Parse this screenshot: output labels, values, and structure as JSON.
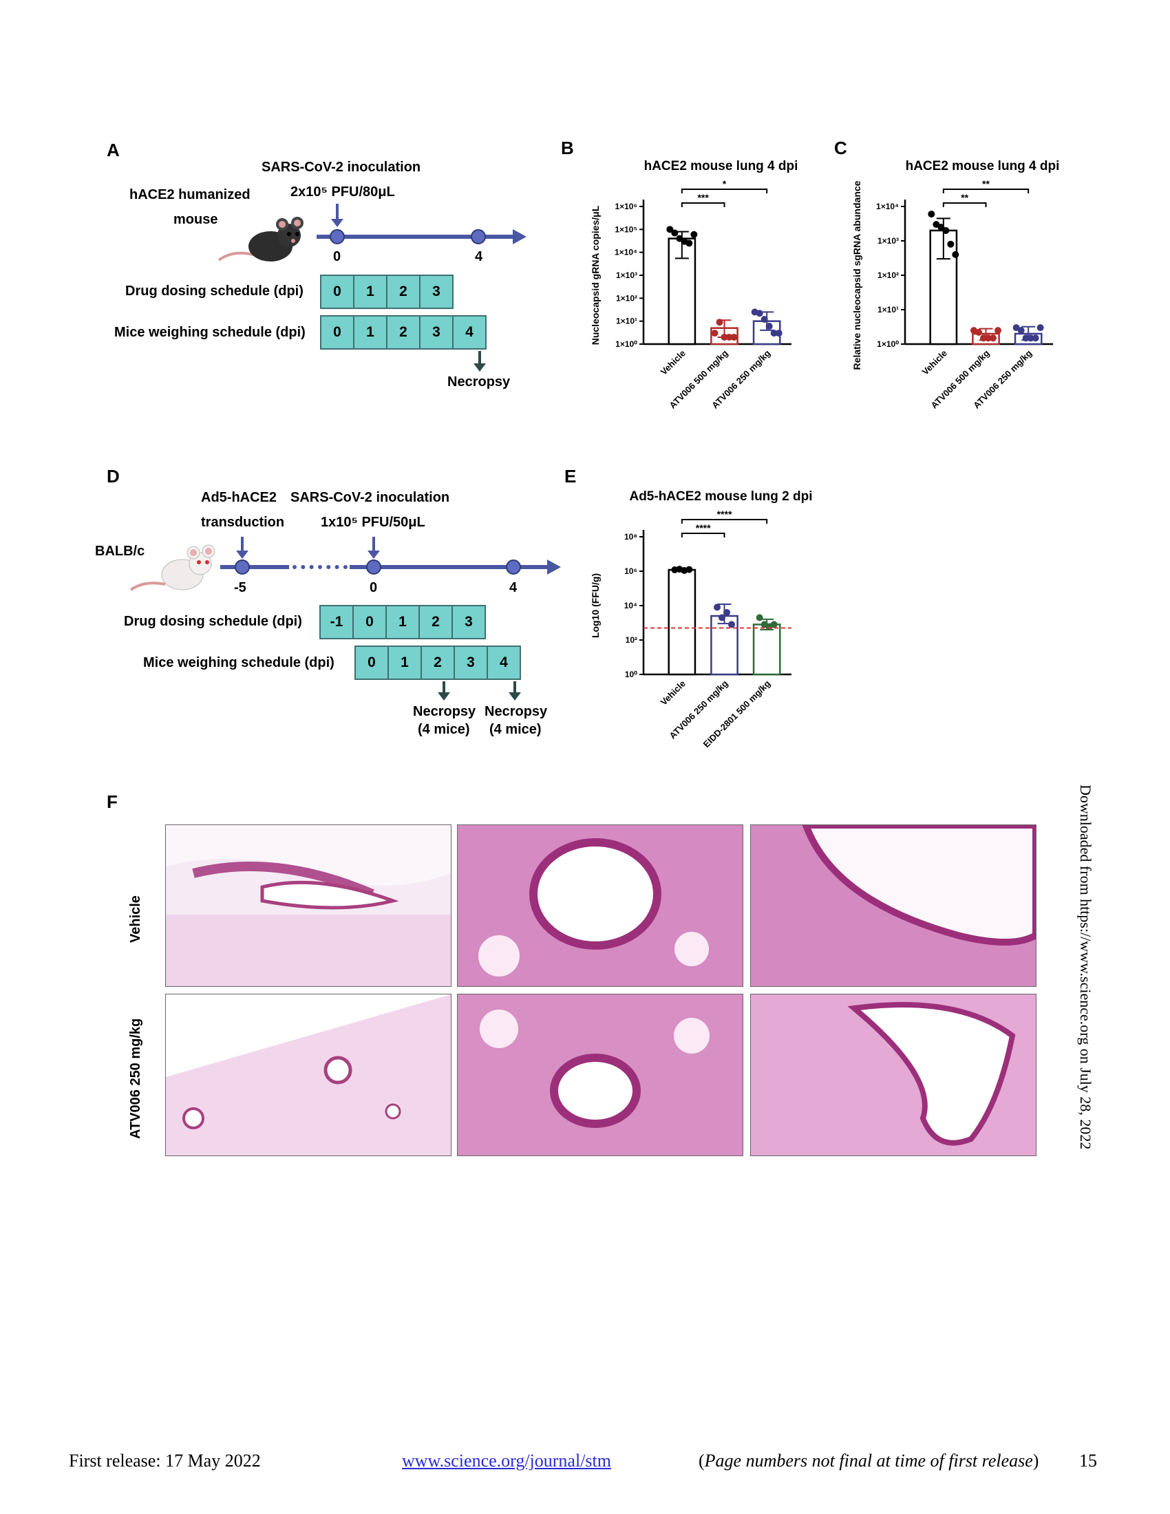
{
  "panels": {
    "a": {
      "label": "A",
      "title": "SARS-CoV-2 inoculation",
      "dose": "2x10⁵ PFU/80μL",
      "model_line1": "hACE2 humanized",
      "model_line2": "mouse",
      "tick0": "0",
      "tick4": "4",
      "drug_label": "Drug dosing schedule (dpi)",
      "drug_days": [
        "0",
        "1",
        "2",
        "3"
      ],
      "weigh_label": "Mice weighing schedule (dpi)",
      "weigh_days": [
        "0",
        "1",
        "2",
        "3",
        "4"
      ],
      "endpoint": "Necropsy"
    },
    "b": {
      "label": "B"
    },
    "c": {
      "label": "C"
    },
    "d": {
      "label": "D",
      "transduction_line1": "Ad5-hACE2",
      "transduction_line2": "transduction",
      "inoculation": "SARS-CoV-2 inoculation",
      "dose": "1x10⁵ PFU/50μL",
      "strain": "BALB/c",
      "tick_neg5": "-5",
      "tick0": "0",
      "tick4": "4",
      "drug_label": "Drug dosing schedule (dpi)",
      "drug_days": [
        "-1",
        "0",
        "1",
        "2",
        "3"
      ],
      "weigh_label": "Mice weighing schedule (dpi)",
      "weigh_days": [
        "0",
        "1",
        "2",
        "3",
        "4"
      ],
      "endpoint1_line1": "Necropsy",
      "endpoint1_line2": "(4 mice)",
      "endpoint2_line1": "Necropsy",
      "endpoint2_line2": "(4 mice)"
    },
    "e": {
      "label": "E"
    },
    "f": {
      "label": "F",
      "row1": "Vehicle",
      "row2": "ATV006 250 mg/kg"
    }
  },
  "chart_data": [
    {
      "id": "B",
      "type": "bar",
      "title": "hACE2 mouse lung 4 dpi",
      "ylabel": "Nucleocapsid gRNA copies/μL",
      "yscale": "log",
      "ylim": [
        1,
        1000000
      ],
      "yticks": [
        "1×10⁰",
        "1×10¹",
        "1×10²",
        "1×10³",
        "1×10⁴",
        "1×10⁵",
        "1×10⁶"
      ],
      "categories": [
        "Vehicle",
        "ATV006 500 mg/kg",
        "ATV006 250 mg/kg"
      ],
      "values": [
        40000,
        5,
        10
      ],
      "error_low": [
        5500,
        2,
        4
      ],
      "error_high": [
        80000,
        11,
        25
      ],
      "points": [
        [
          100000,
          70000,
          40000,
          30000,
          25000,
          60000
        ],
        [
          3,
          9,
          2,
          2,
          2
        ],
        [
          25,
          22,
          12,
          6,
          3,
          3
        ]
      ],
      "colors": [
        "#000000",
        "#b22a2a",
        "#3b3b8a"
      ],
      "significance": [
        {
          "pair": [
            0,
            1
          ],
          "label": "***"
        },
        {
          "pair": [
            0,
            2
          ],
          "label": "*"
        }
      ]
    },
    {
      "id": "C",
      "type": "bar",
      "title": "hACE2 mouse lung 4 dpi",
      "ylabel": "Relative nucleocapsid sgRNA abundance",
      "yscale": "log",
      "ylim": [
        1,
        10000
      ],
      "yticks": [
        "1×10⁰",
        "1×10¹",
        "1×10²",
        "1×10³",
        "1×10⁴"
      ],
      "categories": [
        "Vehicle",
        "ATV006 500 mg/kg",
        "ATV006 250 mg/kg"
      ],
      "values": [
        2000,
        2,
        2
      ],
      "error_low": [
        300,
        1.3,
        1.3
      ],
      "error_high": [
        4500,
        2.8,
        3.2
      ],
      "points": [
        [
          6000,
          3000,
          2500,
          2000,
          800,
          400
        ],
        [
          2.5,
          2.2,
          1.5,
          1.5,
          1.5,
          2.5
        ],
        [
          3,
          2.5,
          1.5,
          1.5,
          1.5,
          3
        ]
      ],
      "colors": [
        "#000000",
        "#b22a2a",
        "#3b3b8a"
      ],
      "significance": [
        {
          "pair": [
            0,
            1
          ],
          "label": "**"
        },
        {
          "pair": [
            0,
            2
          ],
          "label": "**"
        }
      ]
    },
    {
      "id": "E",
      "type": "bar",
      "title": "Ad5-hACE2 mouse lung 2 dpi",
      "ylabel": "Log10 (FFU/g)",
      "yscale": "log",
      "ylim": [
        1,
        100000000
      ],
      "yticks": [
        "10⁰",
        "10²",
        "10⁴",
        "10⁶",
        "10⁸"
      ],
      "categories": [
        "Vehicle",
        "ATV006 250 mg/kg",
        "EIDD-2801 500 mg/kg"
      ],
      "values": [
        1200000,
        2500,
        800
      ],
      "error_low": [
        1000000,
        900,
        400
      ],
      "error_high": [
        1400000,
        12000,
        1600
      ],
      "points": [
        [
          1200000,
          1300000,
          1100000,
          1250000
        ],
        [
          8000,
          2000,
          4000,
          800
        ],
        [
          2000,
          800,
          600,
          800
        ]
      ],
      "colors": [
        "#000000",
        "#3b3b8a",
        "#2f6b3a"
      ],
      "detection_limit": 500,
      "significance": [
        {
          "pair": [
            0,
            1
          ],
          "label": "****"
        },
        {
          "pair": [
            0,
            2
          ],
          "label": "****"
        }
      ]
    }
  ],
  "footer": {
    "release": "First release: 17 May 2022",
    "url": "www.science.org/journal/stm",
    "note_open": "(",
    "note_text": "Page numbers not final at time of first release",
    "note_close": ")",
    "page_number": "15"
  },
  "sidebar": "Downloaded from https://www.science.org on July 28, 2022"
}
